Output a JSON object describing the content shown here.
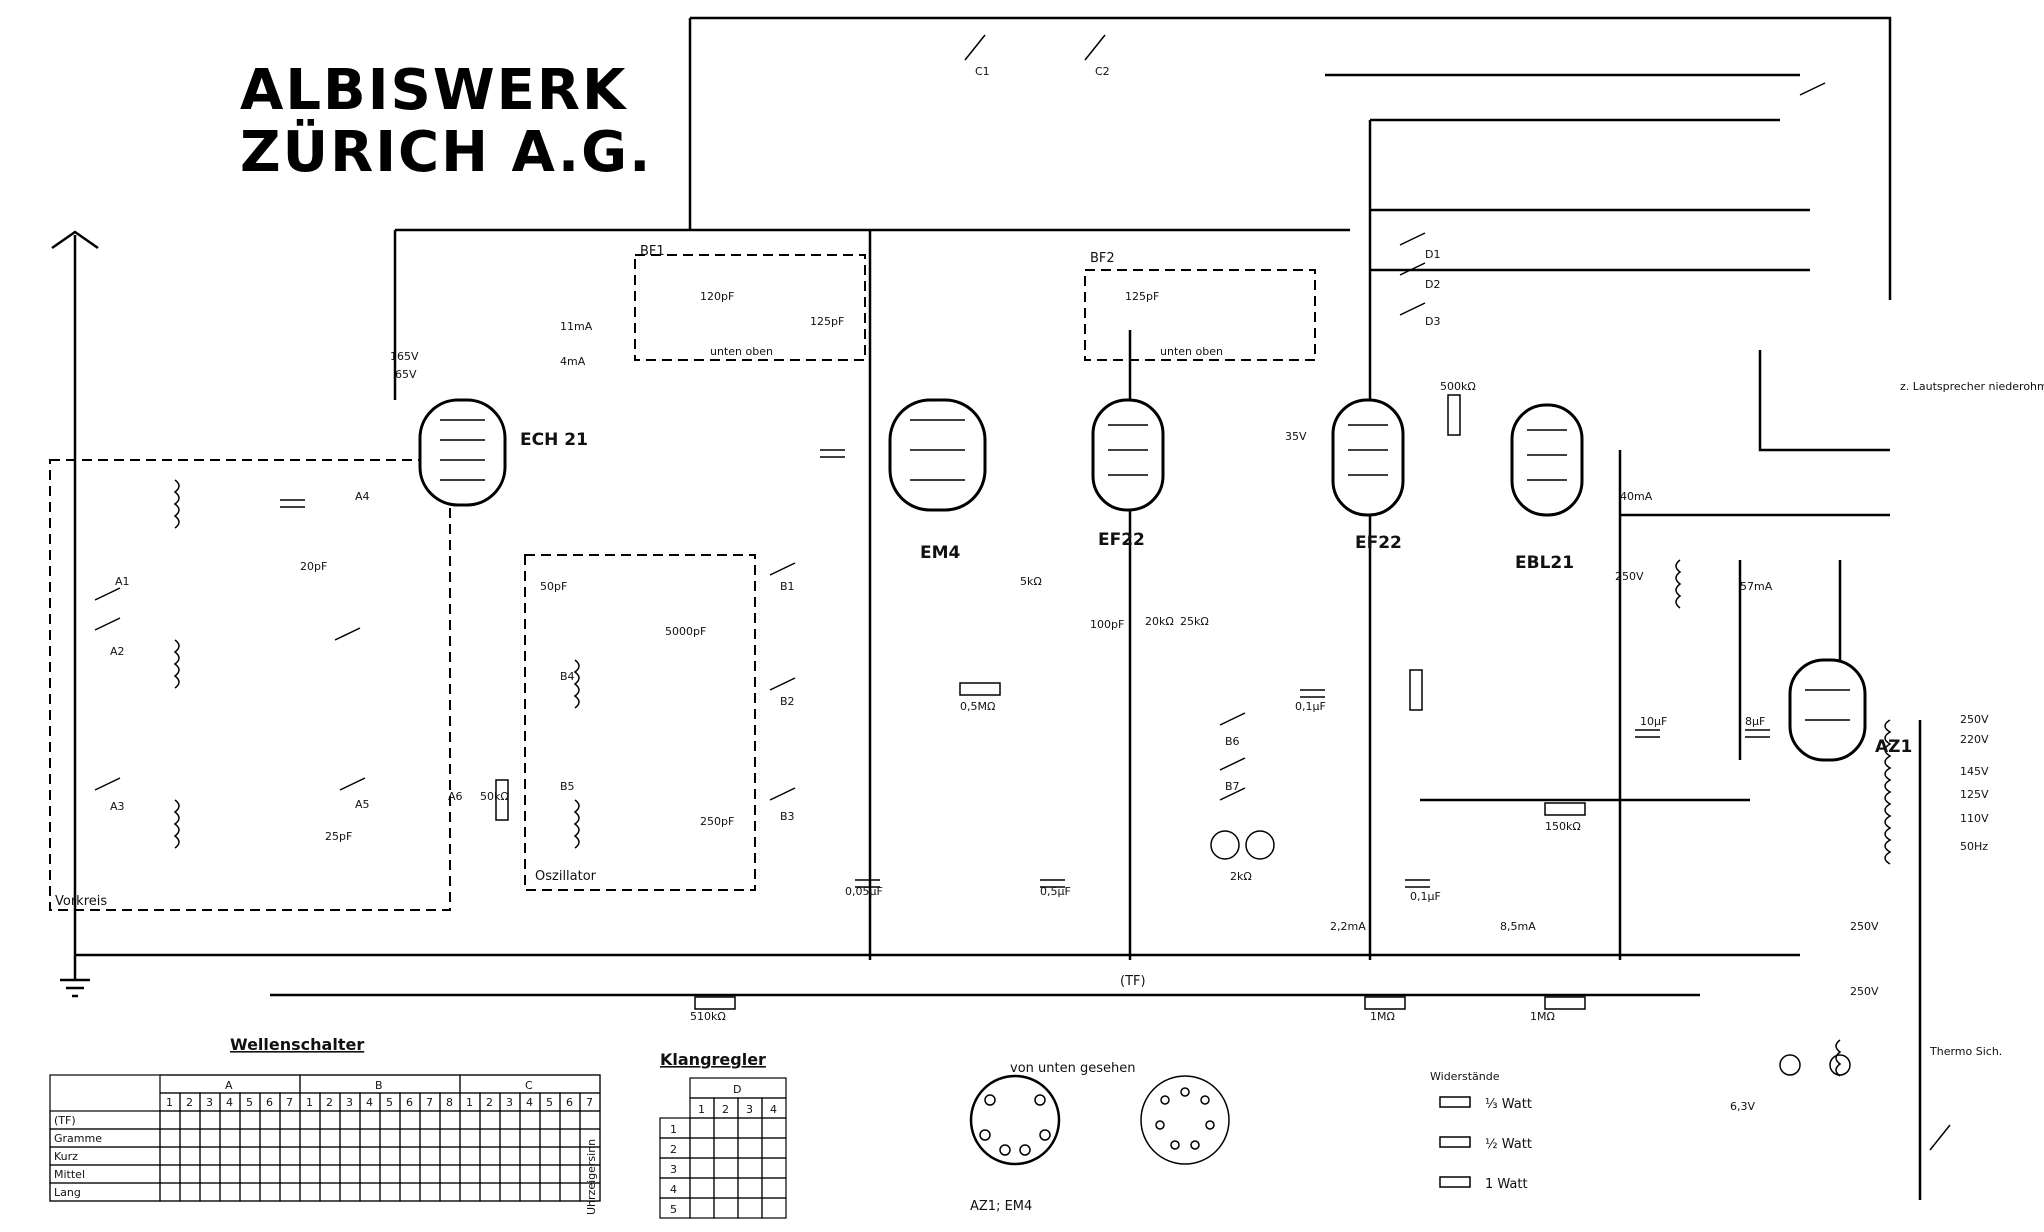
{
  "logo": {
    "line1": "ALBISWERK",
    "line2": "ZÜRICH A.G."
  },
  "tubes": [
    {
      "label": "ECH 21"
    },
    {
      "label": "EM4"
    },
    {
      "label": "EF22"
    },
    {
      "label": "EF22"
    },
    {
      "label": "EBL21"
    },
    {
      "label": "AZ1"
    }
  ],
  "blocks": {
    "bf1": "BF1",
    "bf2": "BF2",
    "bf1_note": "unten oben",
    "bf2_note": "unten oben",
    "oscillator": "Oszillator",
    "vorkreis": "Vorkreis",
    "tf": "(TF)"
  },
  "component_labels": [
    "120pF",
    "125pF",
    "125pF",
    "100pF",
    "50pF",
    "20pF",
    "25pF",
    "5000pF",
    "250pF",
    "0,05µF",
    "0,5µF",
    "10µF",
    "8µF",
    "0,1µF",
    "0,1µF",
    "1MΩ",
    "1MΩ",
    "0,5MΩ",
    "50kΩ",
    "150kΩ",
    "500kΩ",
    "2kΩ",
    "510kΩ",
    "11mA",
    "4mA",
    "40mA",
    "2,2mA",
    "8,5mA",
    "57mA",
    "165V",
    "250V",
    "250V",
    "250V",
    "35V",
    "6,3V",
    "65V",
    "5kΩ",
    "20kΩ",
    "25kΩ"
  ],
  "mains_taps": [
    "250V",
    "220V",
    "145V",
    "125V",
    "110V",
    "50Hz"
  ],
  "thermo": "Thermo Sich.",
  "speaker_note": "z. Lautsprecher niederohmig",
  "switch_labels": [
    "A1",
    "A2",
    "A3",
    "A4",
    "A5",
    "A6",
    "B1",
    "B2",
    "B3",
    "B4",
    "B5",
    "B6",
    "B7",
    "C1",
    "C2",
    "D1",
    "D2",
    "D3"
  ],
  "wellenschalter": {
    "title": "Wellenschalter",
    "groups": [
      "A",
      "B",
      "C"
    ],
    "rows": [
      "(TF)",
      "Gramme",
      "Kurz",
      "Mittel",
      "Lang"
    ],
    "side_label": "Uhrzeigersinn",
    "pattern": [
      [
        0,
        1,
        0,
        0,
        0,
        0,
        0,
        0,
        0,
        0,
        0,
        0,
        0,
        0,
        0,
        0,
        0,
        0,
        0,
        0,
        0,
        0
      ],
      [
        0,
        0,
        0,
        0,
        0,
        0,
        1,
        0,
        0,
        0,
        0,
        0,
        1,
        0,
        0,
        0,
        1,
        0,
        0,
        1,
        0,
        0
      ],
      [
        1,
        0,
        0,
        1,
        0,
        0,
        0,
        1,
        0,
        0,
        0,
        0,
        0,
        1,
        0,
        0,
        0,
        1,
        1,
        0,
        1,
        0
      ],
      [
        0,
        1,
        0,
        0,
        1,
        0,
        0,
        0,
        1,
        1,
        0,
        1,
        0,
        0,
        1,
        0,
        0,
        0,
        1,
        1,
        1,
        0
      ],
      [
        0,
        0,
        1,
        0,
        0,
        1,
        0,
        0,
        1,
        0,
        1,
        0,
        0,
        0,
        0,
        1,
        0,
        0,
        1,
        1,
        1,
        0
      ]
    ]
  },
  "klangregler": {
    "title": "Klangregler",
    "group": "D",
    "cols": [
      "1",
      "2",
      "3",
      "4"
    ],
    "rows": [
      "1",
      "2",
      "3",
      "4",
      "5"
    ],
    "pattern": [
      [
        0,
        0,
        0,
        0
      ],
      [
        0,
        1,
        1,
        1
      ],
      [
        0,
        1,
        1,
        0
      ],
      [
        0,
        1,
        0,
        0
      ],
      [
        0,
        0,
        0,
        0
      ]
    ]
  },
  "socket_view": {
    "title": "von unten gesehen",
    "caption": "AZ1; EM4"
  },
  "widerstaende": {
    "title": "Widerstände",
    "items": [
      "⅓ Watt",
      "½ Watt",
      "1 Watt"
    ]
  }
}
